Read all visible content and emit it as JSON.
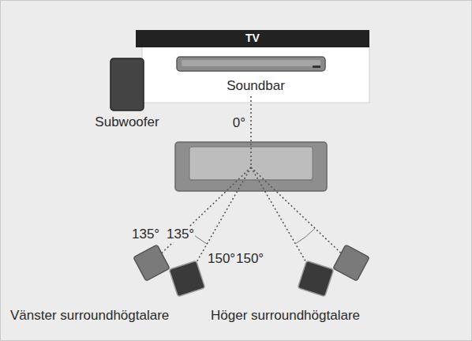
{
  "diagram": {
    "nodes": [
      {
        "text": [
          "TV"
        ]
      },
      {
        "text": [
          "Soundbar"
        ]
      },
      {
        "text": [
          "Subwoofer"
        ]
      }
    ],
    "labels": [
      "0°",
      "135°",
      "135°",
      "150°",
      "150°",
      "Vänster surroundhögtalare",
      "Höger surroundhögtalare"
    ]
  }
}
